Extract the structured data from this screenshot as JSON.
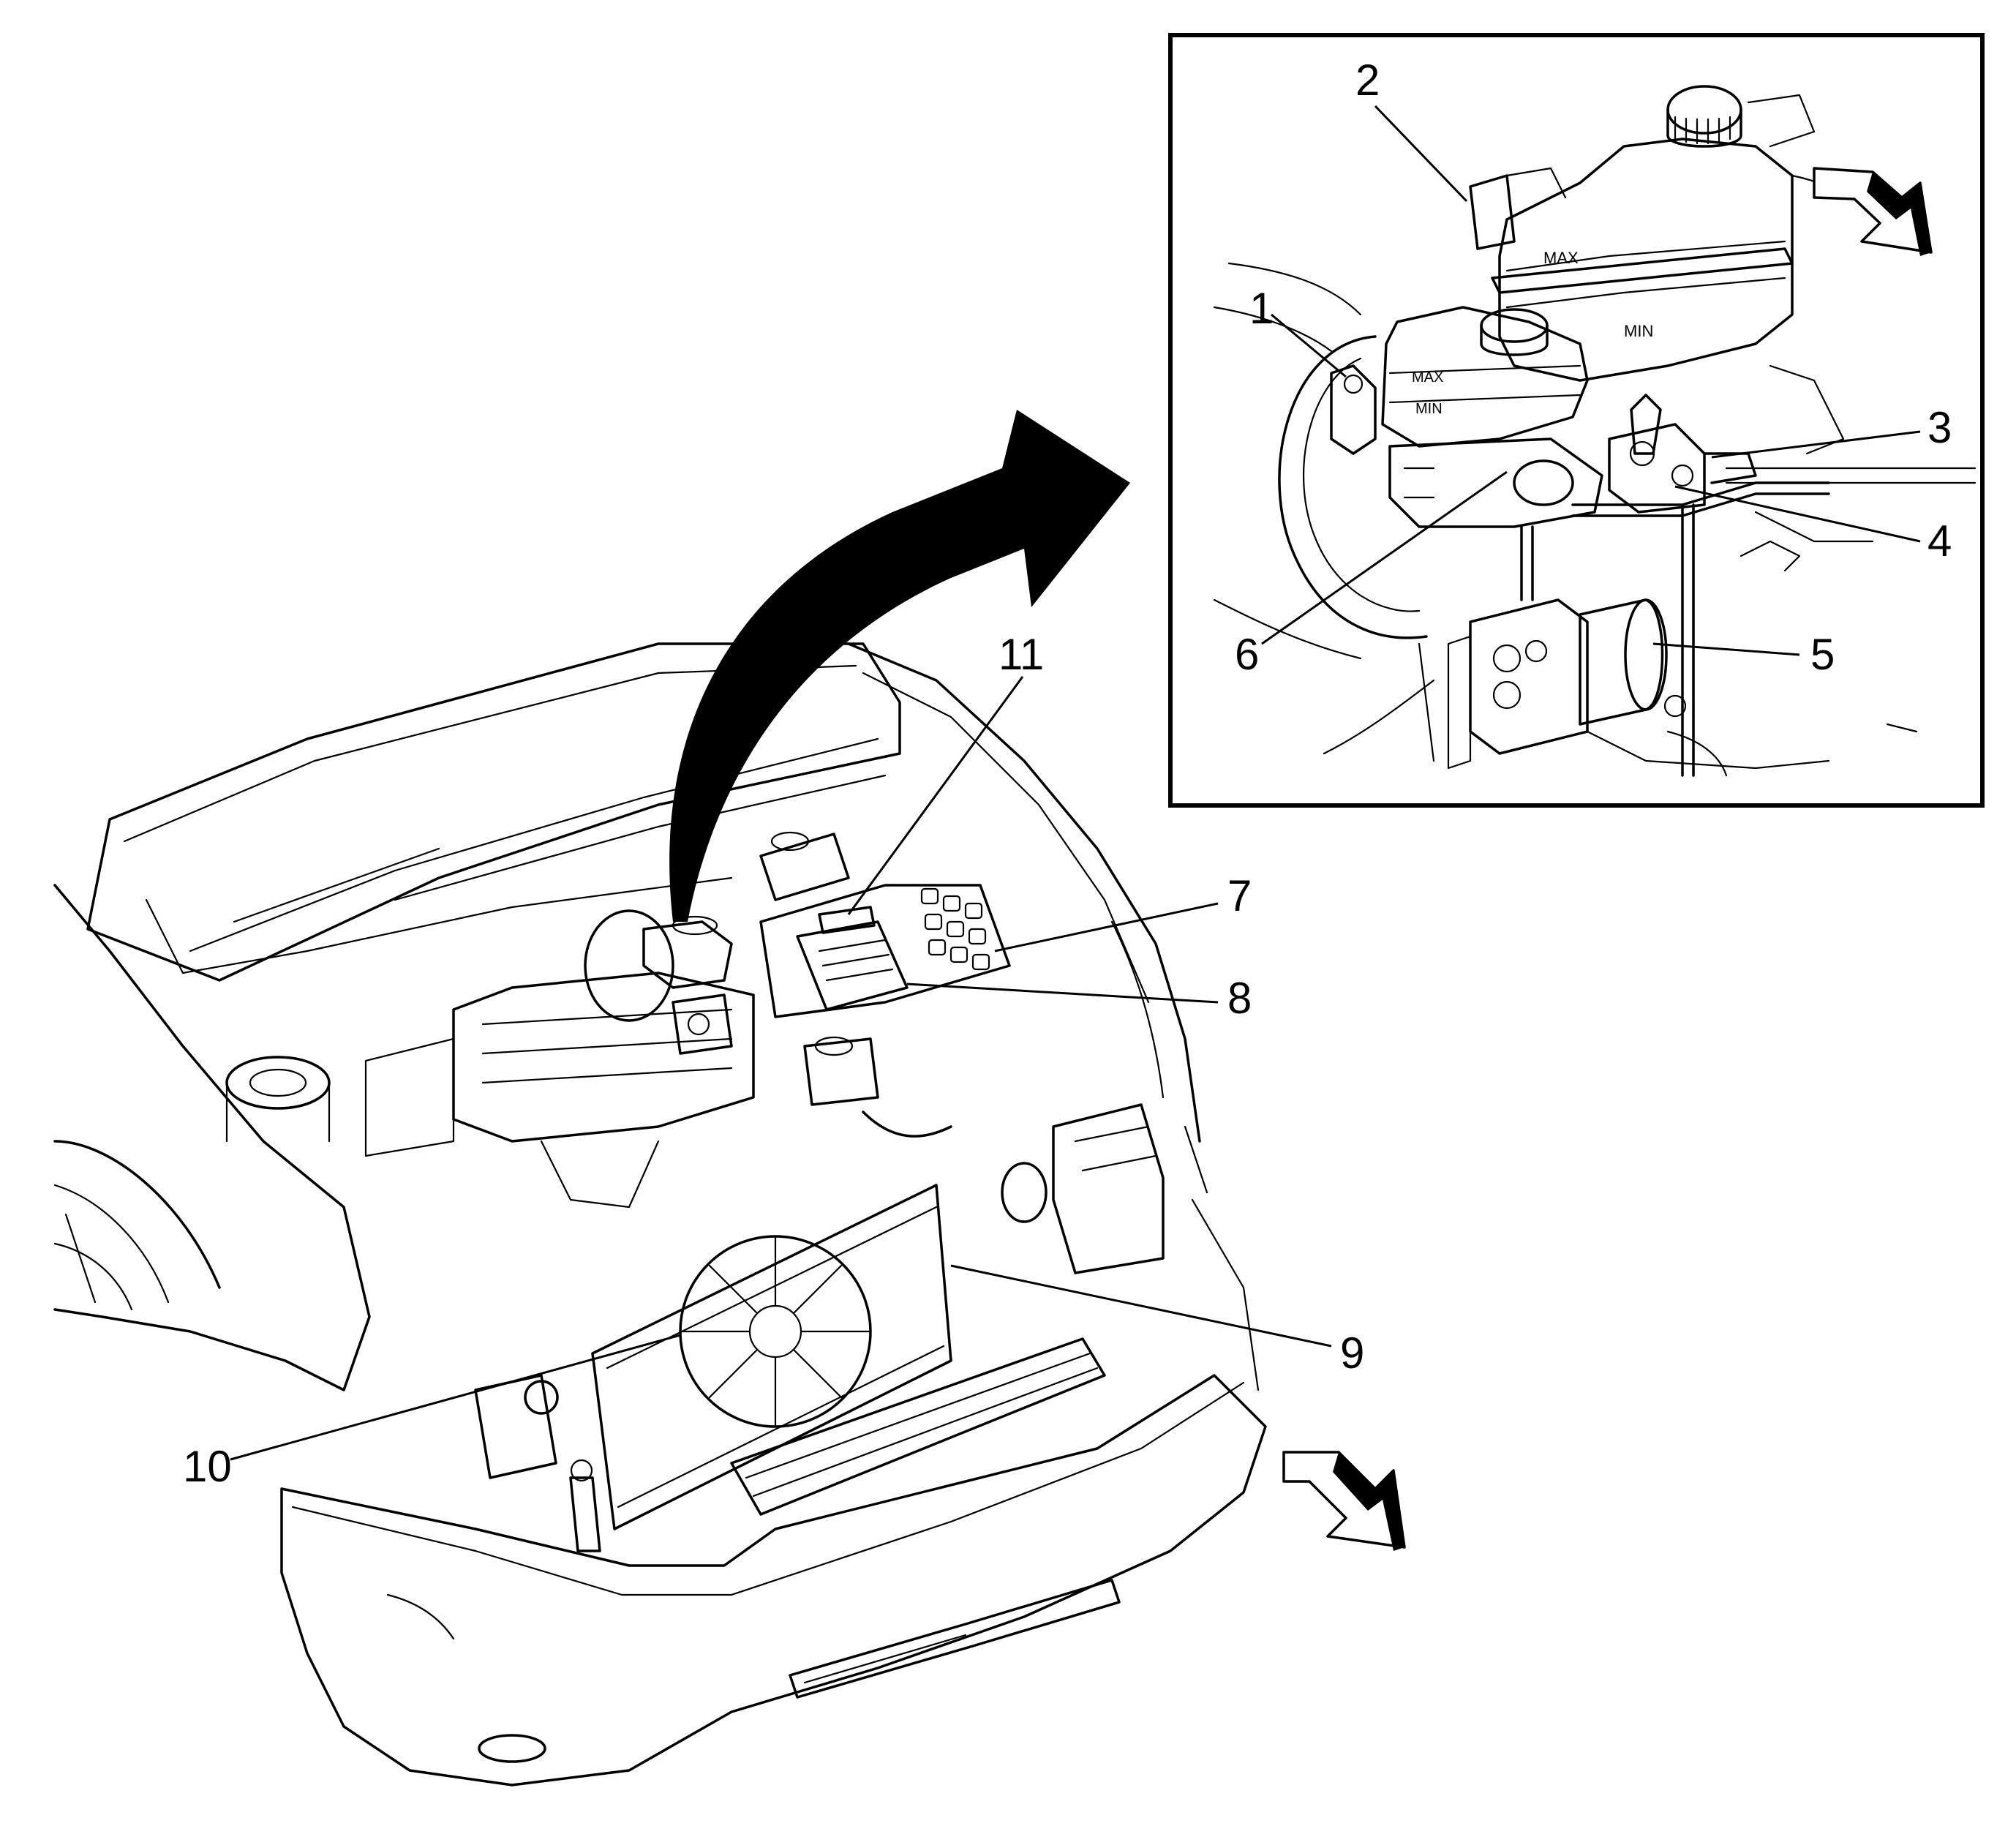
{
  "callouts": {
    "c1": "1",
    "c2": "2",
    "c3": "3",
    "c4": "4",
    "c5": "5",
    "c6": "6",
    "c7": "7",
    "c8": "8",
    "c9": "9",
    "c10": "10",
    "c11": "11"
  },
  "reservoir_markings": {
    "coolant_max": "MAX",
    "coolant_min": "MIN",
    "brake_max": "MAX",
    "brake_min": "MIN"
  },
  "colors": {
    "line": "#000000",
    "background": "#ffffff"
  },
  "icons": [
    "front-direction-arrow-icon",
    "detail-curved-arrow-icon"
  ]
}
